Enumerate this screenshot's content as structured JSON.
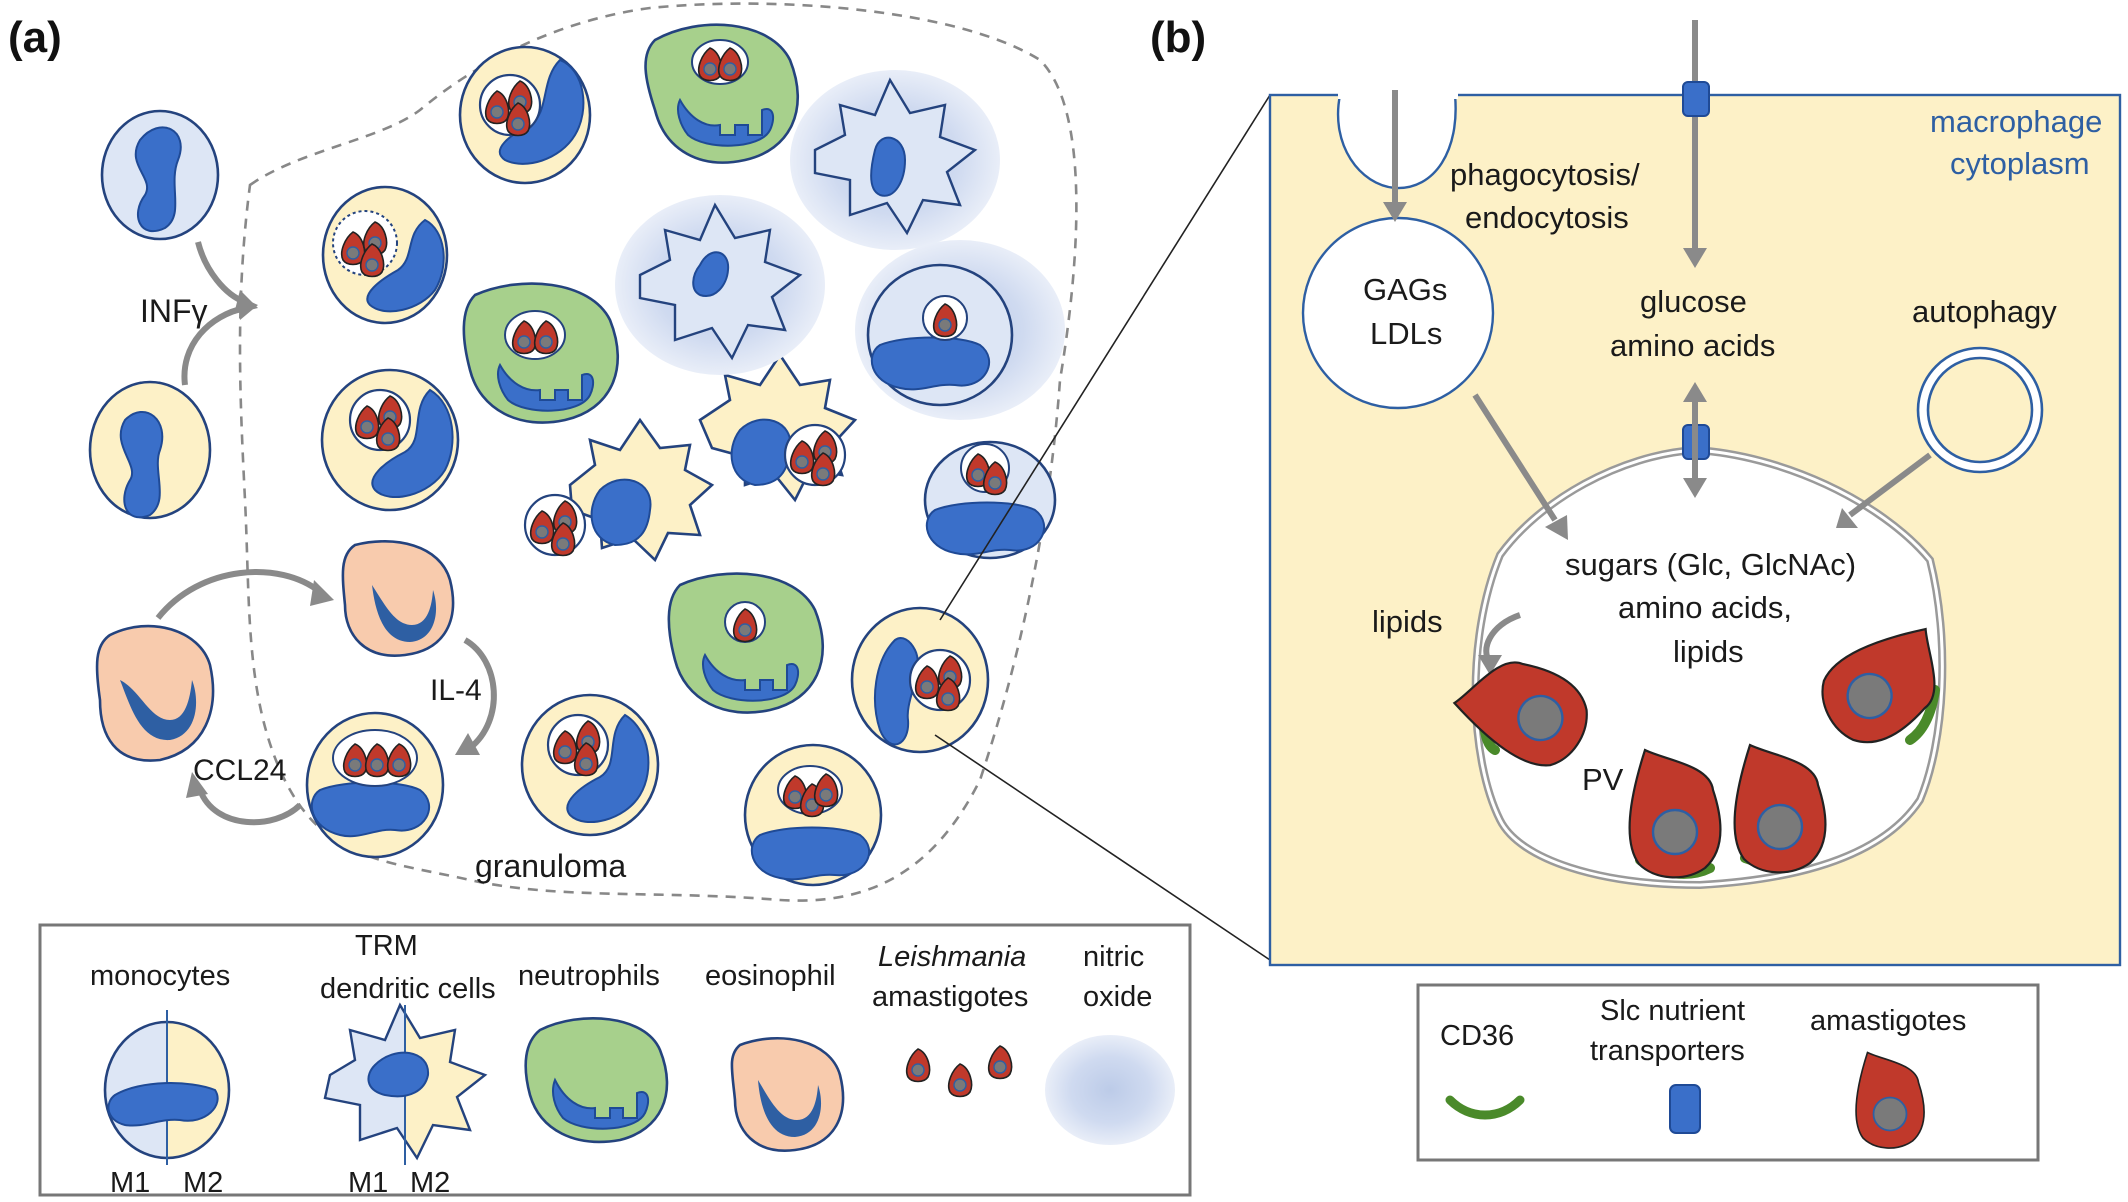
{
  "panel_a": {
    "label": "(a)",
    "infg_label": "INFγ",
    "il4_label": "IL-4",
    "ccl24_label": "CCL24",
    "granuloma_label": "granuloma",
    "legend": {
      "monocytes": "monocytes",
      "trm_line1": "TRM",
      "trm_line2": "dendritic cells",
      "neutrophils": "neutrophils",
      "eosinophil": "eosinophil",
      "leish_line1": "Leishmania",
      "leish_line2": "amastigotes",
      "no_line1": "nitric",
      "no_line2": "oxide",
      "m1_a": "M1",
      "m2_a": "M2",
      "m1_b": "M1",
      "m2_b": "M2"
    }
  },
  "panel_b": {
    "label": "(b)",
    "phago_line1": "phagocytosis/",
    "phago_line2": "endocytosis",
    "gags": "GAGs",
    "ldls": "LDLs",
    "glucose": "glucose",
    "amino_acids": "amino acids",
    "autophagy": "autophagy",
    "cyto_line1": "macrophage",
    "cyto_line2": "cytoplasm",
    "sugars_line1": "sugars (Glc, GlcNAc)",
    "sugars_line2": "amino acids,",
    "sugars_line3": "lipids",
    "lipids": "lipids",
    "pv": "PV",
    "legend": {
      "cd36": "CD36",
      "slc_line1": "Slc nutrient",
      "slc_line2": "transporters",
      "amastigotes": "amastigotes"
    }
  },
  "colors": {
    "m2_fill": "#fdf1c7",
    "m1_fill": "#dde6f5",
    "neutrophil_fill": "#a7d08c",
    "eosinophil_fill": "#f8cbad",
    "nucleus": "#3a6fc9",
    "amastigote": "#c0392b",
    "cd36": "#4a8a2a",
    "cytoplasm": "#fdf1c7",
    "arrow": "#8a8a8a"
  }
}
